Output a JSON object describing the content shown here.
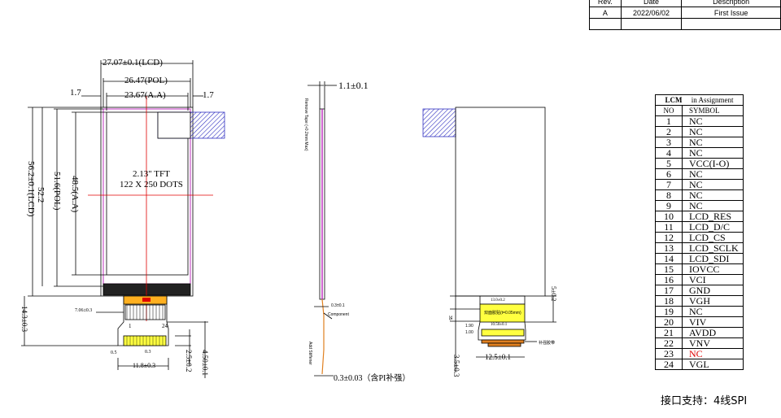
{
  "revision_table": {
    "headers": [
      "Rev.",
      "Date",
      "Description"
    ],
    "rows": [
      [
        "A",
        "2022/06/02",
        "First Issue"
      ],
      [
        "",
        "",
        ""
      ]
    ]
  },
  "pin_table": {
    "title_lcm": "LCM",
    "title_rest": "in Assignment",
    "col_no": "NO",
    "col_symbol": "SYMBOL",
    "pins": [
      {
        "no": "1",
        "symbol": "NC"
      },
      {
        "no": "2",
        "symbol": "NC"
      },
      {
        "no": "3",
        "symbol": "NC"
      },
      {
        "no": "4",
        "symbol": "NC"
      },
      {
        "no": "5",
        "symbol": "VCC(I-O)"
      },
      {
        "no": "6",
        "symbol": "NC"
      },
      {
        "no": "7",
        "symbol": "NC"
      },
      {
        "no": "8",
        "symbol": "NC"
      },
      {
        "no": "9",
        "symbol": "NC"
      },
      {
        "no": "10",
        "symbol": "LCD_RES"
      },
      {
        "no": "11",
        "symbol": "LCD_D/C"
      },
      {
        "no": "12",
        "symbol": "LCD_CS"
      },
      {
        "no": "13",
        "symbol": "LCD_SCLK"
      },
      {
        "no": "14",
        "symbol": "LCD_SDI"
      },
      {
        "no": "15",
        "symbol": "IOVCC"
      },
      {
        "no": "16",
        "symbol": "VCI"
      },
      {
        "no": "17",
        "symbol": "GND"
      },
      {
        "no": "18",
        "symbol": "VGH"
      },
      {
        "no": "19",
        "symbol": "NC"
      },
      {
        "no": "20",
        "symbol": "VIV"
      },
      {
        "no": "21",
        "symbol": "AVDD"
      },
      {
        "no": "22",
        "symbol": "VNV"
      },
      {
        "no": "23",
        "symbol": "NC",
        "highlight": true
      },
      {
        "no": "24",
        "symbol": "VGL"
      }
    ]
  },
  "interface_note": "接口支持：4线SPI",
  "front_view": {
    "dim_lcd_width": "27.07±0.1(LCD)",
    "dim_pol_width": "26.47(POL)",
    "dim_aa_width": "23.67(A.A)",
    "dim_left_gap": "1.7",
    "dim_right_gap": "1.7",
    "dim_lcd_height": "56.2±0.1(LCD)",
    "dim_pol_height": "51.6(POL)",
    "dim_aa_height": "48.5(A.A)",
    "dim_inner_height": "52.2",
    "display_size": "2.13\" TFT",
    "display_res": "122 X 250 DOTS",
    "dim_fpc_length": "14.3±0.3",
    "dim_fpc_offset": "7.06±0.3",
    "dim_pitch": "0.5",
    "dim_pin_w": "0.3",
    "dim_fpc_w": "11.8±0.3",
    "dim_fpc_tail": "2.5±0.2",
    "dim_fpc_end": "4.50±0.1",
    "pin_first": "1",
    "pin_last": "24"
  },
  "side_view": {
    "dim_thickness": "1.1±0.1",
    "dim_pi": "0.3±0.03（含PI补强）",
    "label_top": "Remove Tape\n(+0.2mm Max)",
    "label_component": "Component",
    "label_small": "0.3±0.1",
    "label_stiffener": "Add Stiffener"
  },
  "back_view": {
    "dim_height": "5±0.2",
    "dim_fpc_w1": "13.0±0.2",
    "dim_fpc_w2": "10.50±0.1",
    "dim_fpc_w3": "12.5±0.1",
    "dim_tail": "3.5±0.3",
    "label_fpc": "双面胶贴(t=0.05mm)",
    "label_stiff": "补强胶带",
    "label_left1": "1.90",
    "label_left2": "1.00",
    "label_left3": "35"
  },
  "colors": {
    "center_line": "#e00000",
    "pol_outline": "#b000b0",
    "hatch": "#3030c0",
    "fpc_yellow": "#ffff40",
    "fpc_orange": "#e08020",
    "connector_dark": "#222222"
  }
}
